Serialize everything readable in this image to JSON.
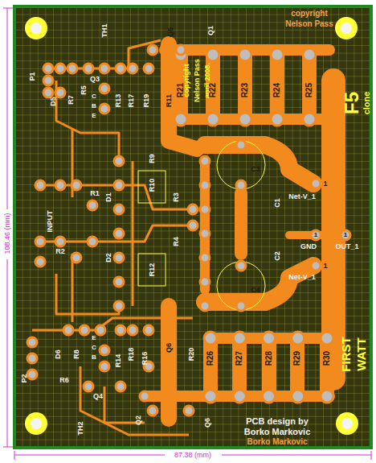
{
  "diagram": {
    "labels": [
      "copyright",
      "Nelson Pass",
      "copyright",
      "Nelson Pass",
      "april 2008.",
      "F5",
      "clone",
      "FIRST",
      "WATT",
      "PCB design by",
      "Borko Markovic",
      "Borko Markovic",
      "108.46 (mm)",
      "87.38 (mm)",
      "TH1",
      "P1",
      "D5",
      "R7",
      "R5",
      "Q3",
      "R13",
      "R17",
      "R19",
      "Q5",
      "R11",
      "R21",
      "R22",
      "R23",
      "R24",
      "R25",
      "R9",
      "R10",
      "R3",
      "R1",
      "D1",
      "INPUT",
      "R2",
      "R4",
      "R12",
      "D2",
      "C3",
      "C1",
      "Net-V_1",
      "1",
      "GND",
      "1",
      "OUT_1",
      "1",
      "C2",
      "Net-V_1",
      "1",
      "C4",
      "P2",
      "D6",
      "R8",
      "R6",
      "Q4",
      "R14",
      "R18",
      "R16",
      "Q6",
      "R20",
      "R26",
      "R27",
      "R28",
      "R29",
      "R30",
      "TH2",
      "Q2",
      "Q6",
      "Q1",
      "C",
      "B",
      "E",
      "E",
      "C",
      "B"
    ]
  }
}
